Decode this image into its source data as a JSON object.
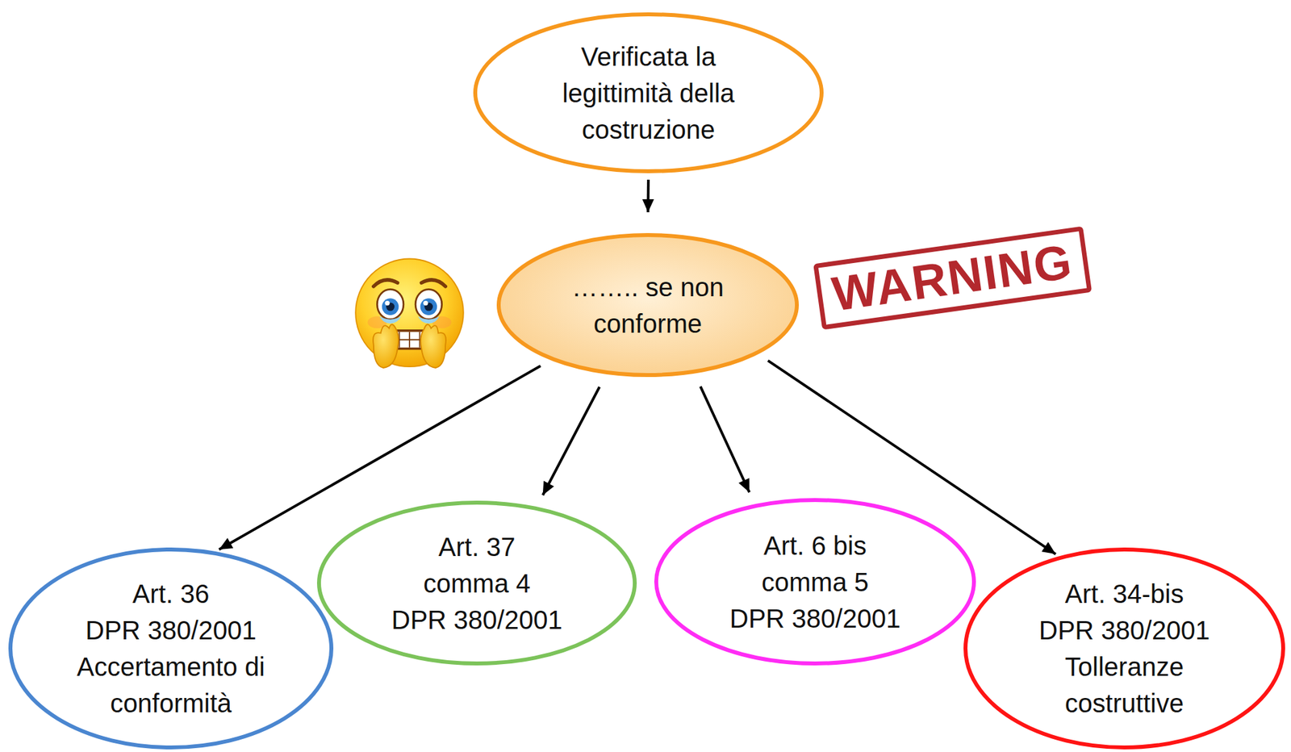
{
  "diagram": {
    "nodes": [
      {
        "text": [
          "Verificata la legittimità della costruzione"
        ]
      },
      {
        "text": [
          "…….. se non conforme"
        ]
      },
      {
        "text": [
          "Art. 36 DPR 380/2001 Accertamento di conformità"
        ]
      },
      {
        "text": [
          "Art. 37 comma 4 DPR 380/2001"
        ]
      },
      {
        "text": [
          "Art. 6 bis comma 5 DPR 380/2001"
        ]
      },
      {
        "text": [
          "Art. 34-bis DPR 380/2001 Tolleranze costruttive"
        ]
      }
    ],
    "edges": [
      {
        "from": 0,
        "to": 1,
        "arrow": "to"
      },
      {
        "from": 1,
        "to": 2,
        "arrow": "to"
      },
      {
        "from": 1,
        "to": 3,
        "arrow": "to"
      },
      {
        "from": 1,
        "to": 4,
        "arrow": "to"
      },
      {
        "from": 1,
        "to": 5,
        "arrow": "to"
      }
    ],
    "labels": [
      "WARNING"
    ]
  }
}
